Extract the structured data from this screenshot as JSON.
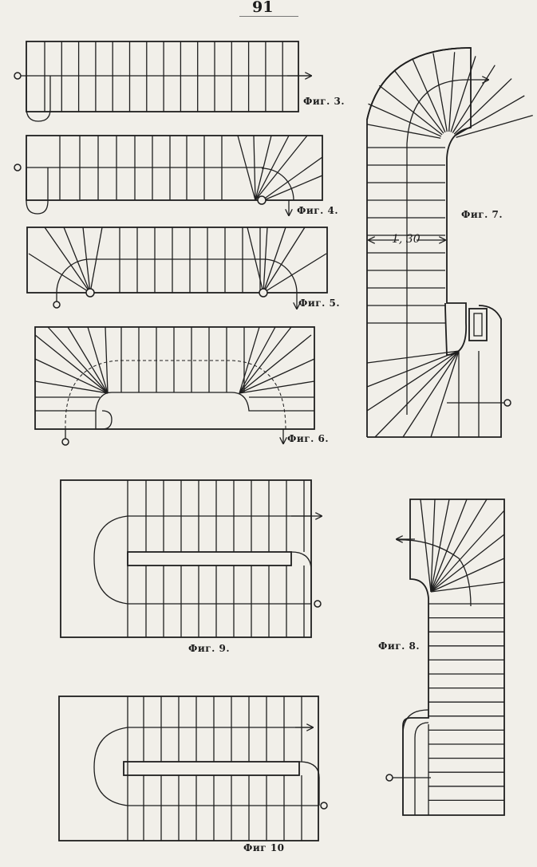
{
  "page_number": "91",
  "figures": {
    "fig3": "Фиг. 3.",
    "fig4": "Фиг. 4.",
    "fig5": "Фиг. 5.",
    "fig6": "Фиг. 6.",
    "fig7": "Фиг. 7.",
    "fig8": "Фиг. 8.",
    "fig9": "Фиг. 9.",
    "fig10": "Фиг 10"
  },
  "dimension_fig7": "1, 30"
}
